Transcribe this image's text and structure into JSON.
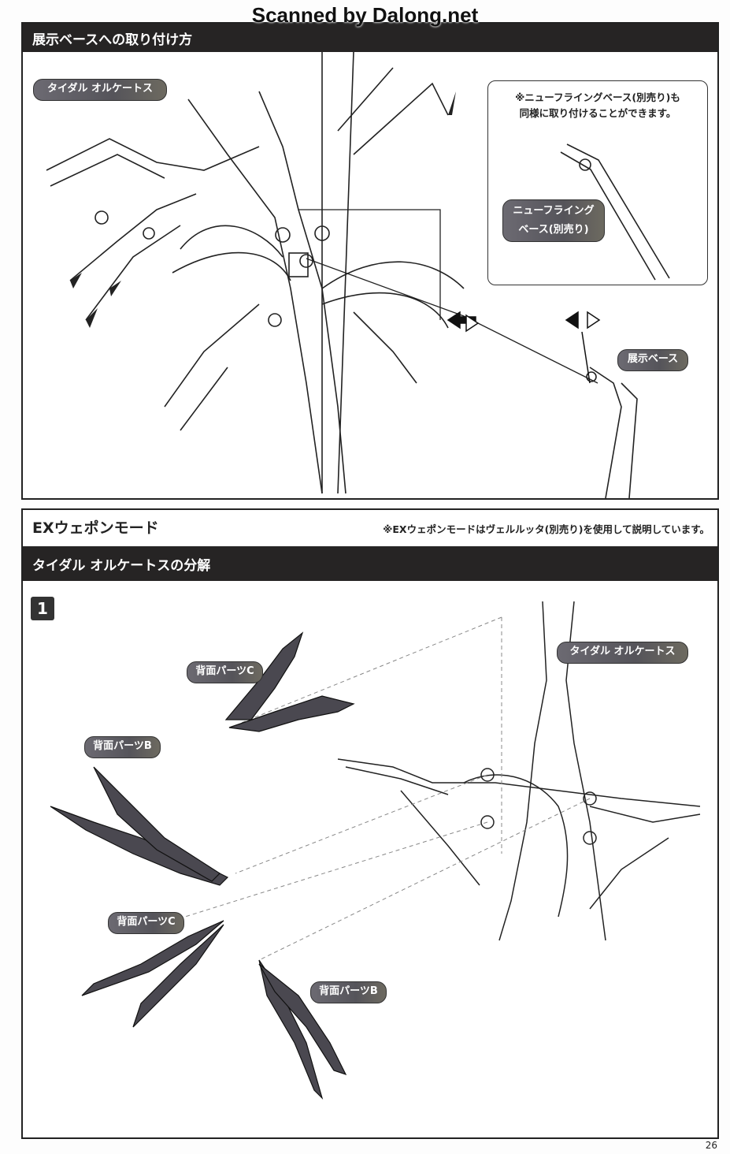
{
  "watermark": "Scanned by Dalong.net",
  "section1": {
    "title": "展示ベースへの取り付け方",
    "label_model": "タイダル オルケートス",
    "note_line1": "※ニューフライングベース(別売り)も",
    "note_line2": "同様に取り付けることができます。",
    "label_flying_base_line1": "ニューフライング",
    "label_flying_base_line2": "ベース(別売り)",
    "label_display_base": "展示ベース"
  },
  "section2": {
    "title": "EXウェポンモード",
    "note": "※EXウェポンモードはヴェルルッタ(別売り)を使用して説明しています。",
    "subtitle": "タイダル オルケートスの分解",
    "step": "1",
    "label_model": "タイダル オルケートス",
    "parts": [
      "背面パーツC",
      "背面パーツB",
      "背面パーツC",
      "背面パーツB"
    ]
  },
  "page_number": "26"
}
